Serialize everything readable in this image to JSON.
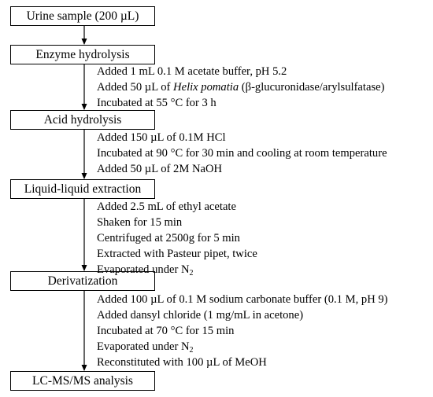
{
  "steps": [
    {
      "label": "Urine sample (200 µL)",
      "notes": []
    },
    {
      "label": "Enzyme hydrolysis",
      "notes": [
        {
          "parts": [
            "Added 1 mL 0.1 M acetate buffer, pH 5.2"
          ]
        },
        {
          "parts": [
            "Added 50 µL of ",
            "Helix pomatia",
            " (β-glucuronidase/arylsulfatase)"
          ]
        },
        {
          "parts": [
            "Incubated at 55 °C for 3 h"
          ]
        }
      ]
    },
    {
      "label": "Acid hydrolysis",
      "notes": [
        {
          "parts": [
            "Added 150 µL of 0.1M HCl"
          ]
        },
        {
          "parts": [
            "Incubated at 90 °C for 30 min and cooling at room temperature"
          ]
        },
        {
          "parts": [
            "Added 50 µL of 2M NaOH"
          ]
        }
      ]
    },
    {
      "label": "Liquid-liquid extraction",
      "notes": [
        {
          "parts": [
            "Added 2.5 mL of ethyl acetate"
          ]
        },
        {
          "parts": [
            "Shaken for 15 min"
          ]
        },
        {
          "parts": [
            "Centrifuged at 2500g for 5 min"
          ]
        },
        {
          "parts": [
            "Extracted with Pasteur pipet, twice"
          ]
        },
        {
          "parts": [
            "Evaporated under N",
            "2"
          ]
        }
      ]
    },
    {
      "label": "Derivatization",
      "notes": [
        {
          "parts": [
            "Added 100 µL of 0.1 M sodium carbonate buffer (0.1 M, pH 9)"
          ]
        },
        {
          "parts": [
            "Added dansyl chloride (1 mg/mL in acetone)"
          ]
        },
        {
          "parts": [
            "Incubated at 70 °C for 15 min"
          ]
        },
        {
          "parts": [
            "Evaporated under N",
            "2"
          ]
        },
        {
          "parts": [
            "Reconstituted with 100 µL of MeOH"
          ]
        }
      ]
    },
    {
      "label": "LC-MS/MS analysis",
      "notes": []
    }
  ]
}
